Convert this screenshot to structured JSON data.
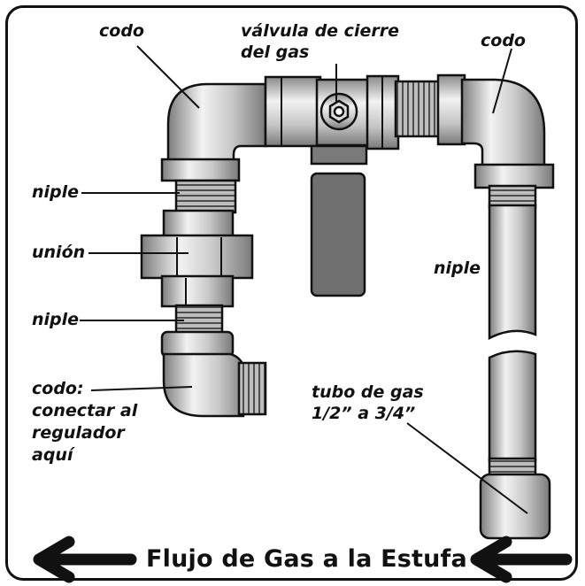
{
  "labels": {
    "elbow_top_left": "codo",
    "shutoff_valve_line1": "válvula de cierre",
    "shutoff_valve_line2": "del gas",
    "elbow_top_right": "codo",
    "nipple_upper": "niple",
    "union": "unión",
    "nipple_lower": "niple",
    "nipple_right": "niple",
    "elbow_bottom_line1": "codo:",
    "elbow_bottom_line2": "conectar al",
    "elbow_bottom_line3": "regulador",
    "elbow_bottom_line4": "aquí",
    "gas_pipe_line1": "tubo de gas",
    "gas_pipe_line2": "1/2” a 3/4”"
  },
  "footer": {
    "text": "Flujo de Gas a la Estufa"
  },
  "colors": {
    "metal_light": "#e6e6e6",
    "metal_mid": "#bdbdbd",
    "metal_dark": "#7d7d7d",
    "handle": "#6f6f6f",
    "outline": "#111111"
  }
}
